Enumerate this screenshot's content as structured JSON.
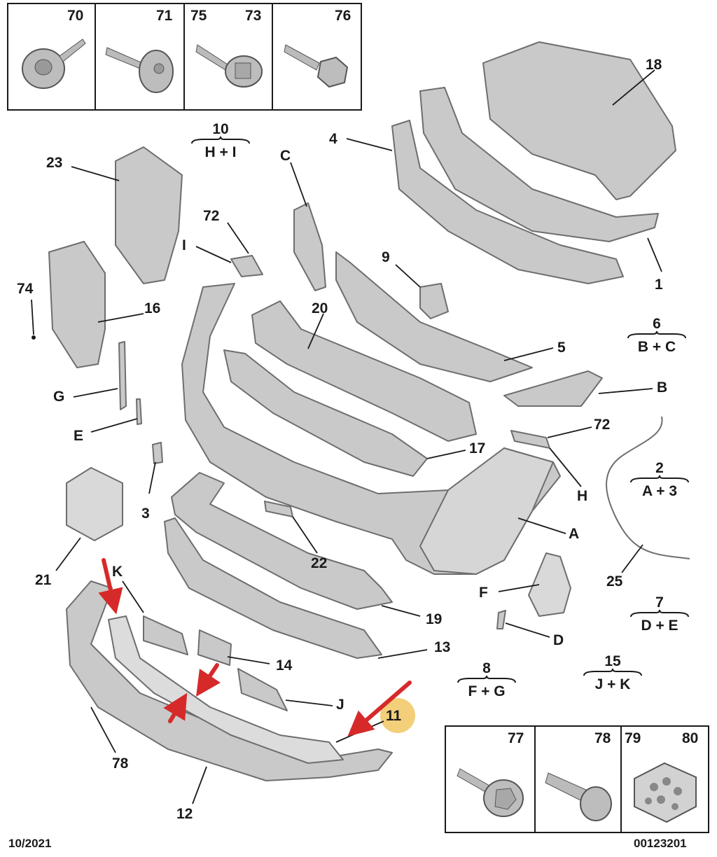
{
  "top_fasteners": [
    {
      "labels": [
        "70"
      ],
      "icon": "washer-screw-icon"
    },
    {
      "labels": [
        "71"
      ],
      "icon": "self-tapping-screw-icon"
    },
    {
      "labels": [
        "75",
        "73"
      ],
      "icon": "flange-bolt-icon"
    },
    {
      "labels": [
        "76"
      ],
      "icon": "hex-bolt-icon"
    }
  ],
  "bottom_fasteners": [
    {
      "labels": [
        "77"
      ],
      "icon": "hex-flange-bolt-icon"
    },
    {
      "labels": [
        "78"
      ],
      "icon": "rivet-pin-icon"
    },
    {
      "labels": [
        "79",
        "80"
      ],
      "icon": "clip-kit-icon"
    }
  ],
  "part_labels": {
    "p18": "18",
    "p4": "4",
    "p1": "1",
    "p23": "23",
    "pC": "C",
    "p72a": "72",
    "pI": "I",
    "p9": "9",
    "p74": "74",
    "p16": "16",
    "p20": "20",
    "p5": "5",
    "pB": "B",
    "pG": "G",
    "pE": "E",
    "p72b": "72",
    "p17": "17",
    "p3": "3",
    "pH": "H",
    "pA": "A",
    "p22": "22",
    "p21": "21",
    "pK": "K",
    "p25": "25",
    "pF": "F",
    "p19": "19",
    "pD": "D",
    "p14": "14",
    "p13": "13",
    "pJ": "J",
    "p11": "11",
    "p78": "78",
    "p12": "12"
  },
  "group_labels": {
    "g10": {
      "number": "10",
      "combo": "H + I"
    },
    "g6": {
      "number": "6",
      "combo": "B + C"
    },
    "g2": {
      "number": "2",
      "combo": "A + 3"
    },
    "g7": {
      "number": "7",
      "combo": "D + E"
    },
    "g8": {
      "number": "8",
      "combo": "F + G"
    },
    "g15": {
      "number": "15",
      "combo": "J + K"
    }
  },
  "footer": {
    "date": "10/2021",
    "reference": "00123201"
  },
  "colors": {
    "line": "#1a1a1a",
    "part_fill": "#c9c9c9",
    "part_stroke": "#6e6e6e",
    "arrow": "#d62a2a",
    "highlight": "#f3cf7a"
  }
}
